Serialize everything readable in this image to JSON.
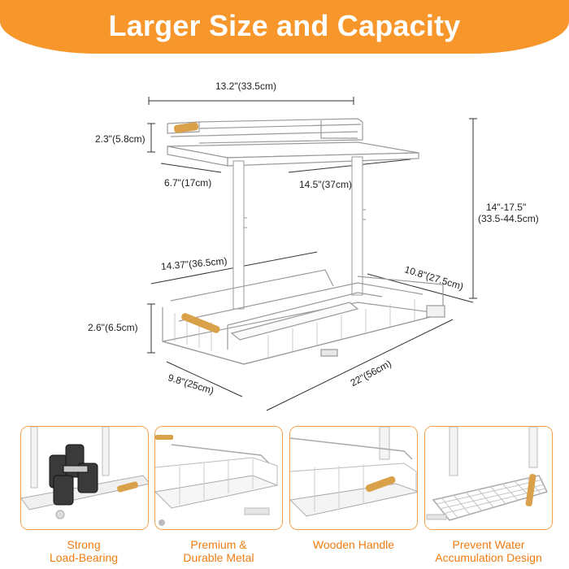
{
  "banner": {
    "title": "Larger Size and Capacity"
  },
  "colors": {
    "accent": "#f7962a",
    "caption": "#f07c12",
    "frame": "#ffffff",
    "outline": "#9a9a9a",
    "wood": "#d9a24a",
    "card_border": "#f2a04a"
  },
  "dimensions": {
    "top_width": "13.2\"(33.5cm)",
    "top_height": "2.3\"(5.8cm)",
    "top_inner": "6.7\"(17cm)",
    "top_depth": "14.5\"(37cm)",
    "total_height": "14\"-17.5\"",
    "total_height_cm": "(33.5-44.5cm)",
    "bottom_width": "14.37\"(36.5cm)",
    "bottom_side": "10.8\"(27.5cm)",
    "bottom_height": "2.6\"(6.5cm)",
    "bottom_inner": "9.8\"(25cm)",
    "bottom_depth": "22\"(56cm)"
  },
  "features": [
    {
      "label": "Strong\nLoad-Bearing",
      "icon": "dumbbell-icon"
    },
    {
      "label": "Premium &\nDurable Metal",
      "icon": "metal-basket-icon"
    },
    {
      "label": "Wooden Handle",
      "icon": "wooden-handle-icon"
    },
    {
      "label": "Prevent Water\nAccumulation Design",
      "icon": "wire-mesh-icon"
    }
  ]
}
